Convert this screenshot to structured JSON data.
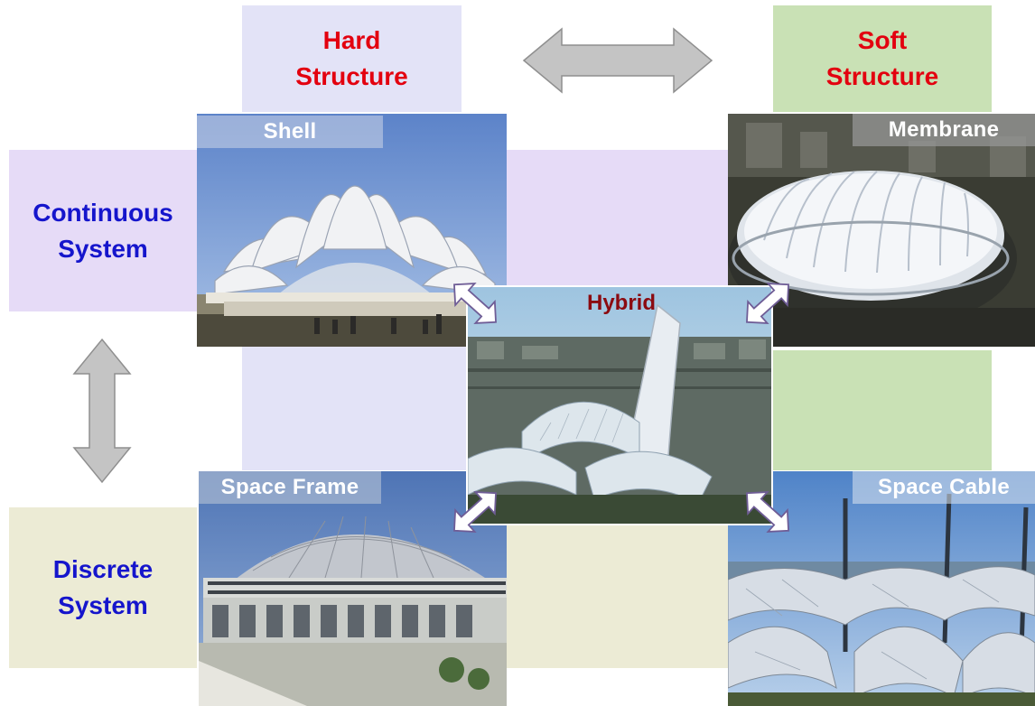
{
  "colors": {
    "hard_bg": "#e3e3f7",
    "soft_bg": "#c9e1b5",
    "continuous_bg": "#e6dbf7",
    "discrete_bg": "#ecebd5",
    "header_text": "#e3000f",
    "system_text": "#1515cc",
    "hybrid_text": "#8b0a10",
    "arrow_gray": "#c4c4c4"
  },
  "headers": {
    "hard": "Hard\nStructure",
    "soft": "Soft\nStructure"
  },
  "rows": {
    "continuous": "Continuous\nSystem",
    "discrete": "Discrete\nSystem"
  },
  "photos": {
    "shell": {
      "label": "Shell",
      "icon": "lotus-temple-shell-image"
    },
    "membrane": {
      "label": "Membrane",
      "icon": "air-supported-dome-image"
    },
    "space_frame": {
      "label": "Space Frame",
      "icon": "lattice-dome-image"
    },
    "space_cable": {
      "label": "Space Cable",
      "icon": "cable-net-tent-image"
    },
    "hybrid": {
      "label": "Hybrid",
      "icon": "olympic-stadium-tower-image"
    }
  }
}
